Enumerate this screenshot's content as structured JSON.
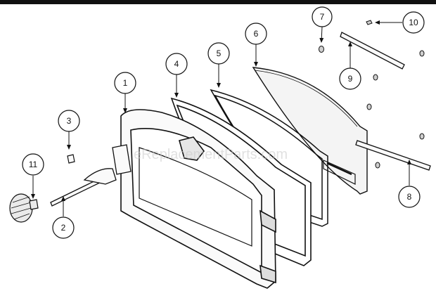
{
  "diagram": {
    "watermark": "eReplacementParts.com",
    "callouts": [
      {
        "id": "c1",
        "label": "1"
      },
      {
        "id": "c2",
        "label": "2"
      },
      {
        "id": "c3",
        "label": "3"
      },
      {
        "id": "c4",
        "label": "4"
      },
      {
        "id": "c5",
        "label": "5"
      },
      {
        "id": "c6",
        "label": "6"
      },
      {
        "id": "c7",
        "label": "7"
      },
      {
        "id": "c8",
        "label": "8"
      },
      {
        "id": "c9",
        "label": "9"
      },
      {
        "id": "c10",
        "label": "10"
      },
      {
        "id": "c11",
        "label": "11"
      }
    ]
  }
}
